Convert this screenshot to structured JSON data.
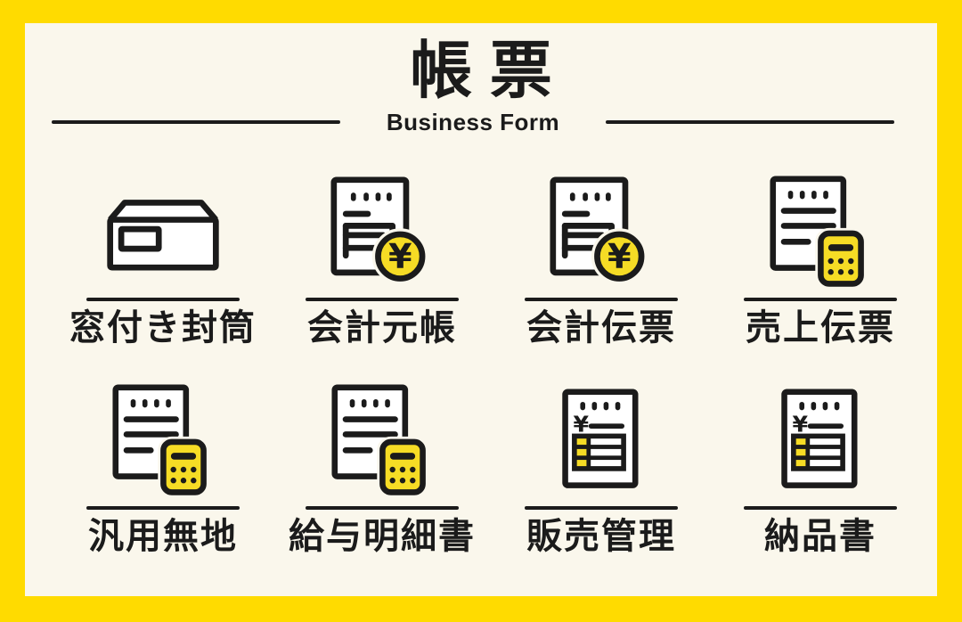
{
  "poster": {
    "title": "帳 票",
    "subtitle": "Business Form"
  },
  "glyphs": {
    "yen": "¥"
  },
  "colors": {
    "frame_yellow": "#FFDB00",
    "background_cream": "#FAF7EC",
    "ink_black": "#1B1B1B",
    "icon_yellow": "#F6DC25",
    "paper_white": "#FFFFFF"
  },
  "items": [
    {
      "label": "窓付き封筒",
      "icon": "windowed-envelope-icon"
    },
    {
      "label": "会計元帳",
      "icon": "document-yen-coin-icon"
    },
    {
      "label": "会計伝票",
      "icon": "document-yen-coin-icon"
    },
    {
      "label": "売上伝票",
      "icon": "document-calculator-icon"
    },
    {
      "label": "汎用無地",
      "icon": "document-calculator-icon"
    },
    {
      "label": "給与明細書",
      "icon": "document-calculator-icon"
    },
    {
      "label": "販売管理",
      "icon": "document-ledger-table-icon"
    },
    {
      "label": "納品書",
      "icon": "document-ledger-table-icon"
    }
  ]
}
